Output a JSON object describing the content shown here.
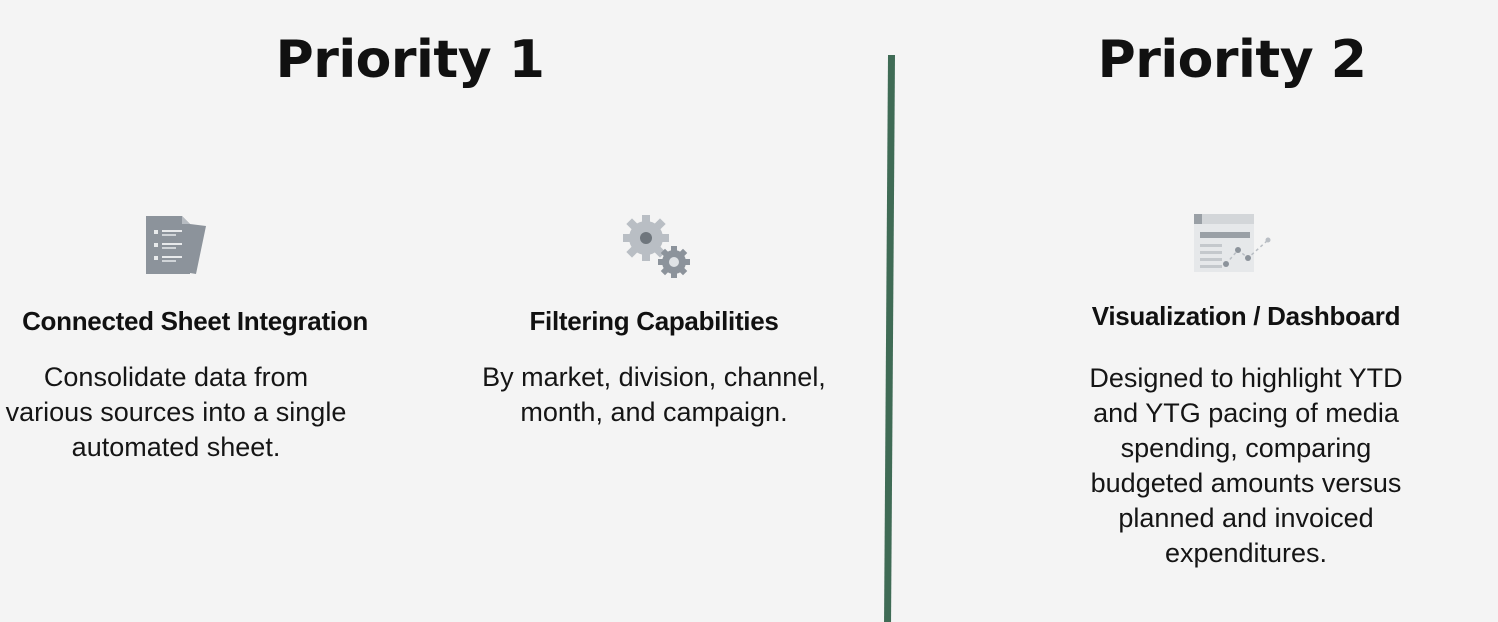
{
  "priority_1": {
    "heading": "Priority 1",
    "items": [
      {
        "icon": "document-list-icon",
        "title": "Connected Sheet Integration",
        "description": "Consolidate data from various sources into a single automated sheet."
      },
      {
        "icon": "gears-icon",
        "title": "Filtering Capabilities",
        "description": "By market, division, channel, month, and campaign."
      }
    ]
  },
  "priority_2": {
    "heading": "Priority 2",
    "items": [
      {
        "icon": "dashboard-chart-icon",
        "title": "Visualization / Dashboard",
        "description": "Designed to highlight YTD and YTG pacing of media spending, comparing budgeted amounts versus planned and invoiced expenditures."
      }
    ]
  },
  "colors": {
    "background": "#f4f4f4",
    "divider": "#3f6b55",
    "icon_gray": "#8c939b",
    "text": "#111111"
  }
}
